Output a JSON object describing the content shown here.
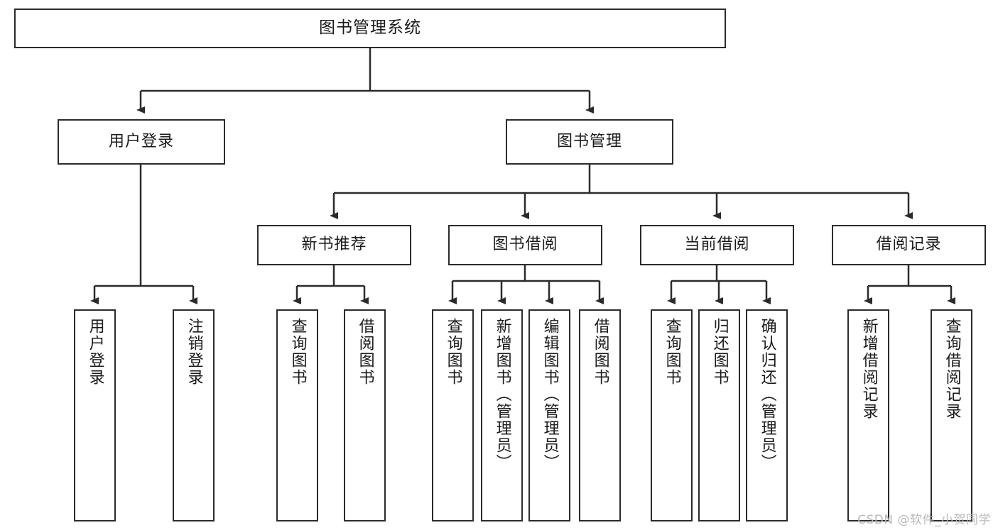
{
  "diagram": {
    "title": "图书管理系统",
    "type": "tree-hierarchy-chart",
    "root": {
      "label": "图书管理系统"
    },
    "level1": [
      {
        "label": "用户登录"
      },
      {
        "label": "图书管理"
      }
    ],
    "level2": [
      {
        "label": "新书推荐"
      },
      {
        "label": "图书借阅"
      },
      {
        "label": "当前借阅"
      },
      {
        "label": "借阅记录"
      }
    ],
    "leaves": {
      "user_login": [
        {
          "label": "用户登录"
        },
        {
          "label": "注销登录"
        }
      ],
      "new_book_recommend": [
        {
          "label": "查询图书"
        },
        {
          "label": "借阅图书"
        }
      ],
      "book_borrow": [
        {
          "label": "查询图书"
        },
        {
          "label": "新增图书（管理员）"
        },
        {
          "label": "编辑图书（管理员）"
        },
        {
          "label": "借阅图书"
        }
      ],
      "current_borrow": [
        {
          "label": "查询图书"
        },
        {
          "label": "归还图书"
        },
        {
          "label": "确认归还（管理员）"
        }
      ],
      "borrow_record": [
        {
          "label": "新增借阅记录"
        },
        {
          "label": "查询借阅记录"
        }
      ]
    }
  },
  "watermark": {
    "text": "CSDN @软件_小贺同学"
  },
  "colors": {
    "border": "#2b2b2b",
    "text": "#1a1a1a",
    "background": "#ffffff",
    "watermark": "#b9b9b9"
  }
}
